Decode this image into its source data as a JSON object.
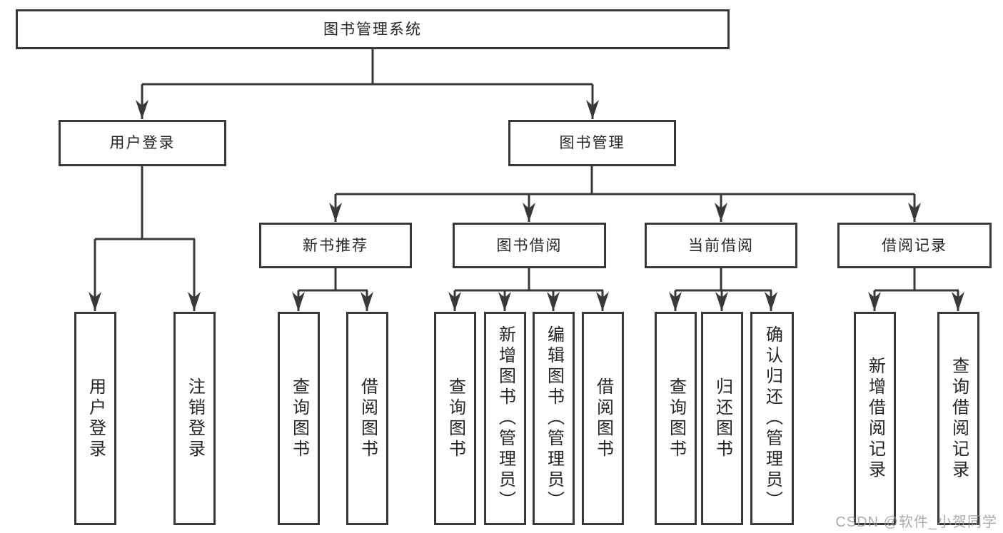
{
  "title": "图书管理系统",
  "watermark": "CSDN @软件_小贺同学",
  "colors": {
    "line": "#383838",
    "node_border": "#383838",
    "text": "#262626",
    "background": "#ffffff",
    "watermark": "#9e9e9e"
  },
  "tree": {
    "root": {
      "label": "图书管理系统",
      "children": [
        {
          "label": "用户登录",
          "children": [
            {
              "label": "用户登录"
            },
            {
              "label": "注销登录"
            }
          ]
        },
        {
          "label": "图书管理",
          "children": [
            {
              "label": "新书推荐",
              "children": [
                {
                  "label": "查询图书"
                },
                {
                  "label": "借阅图书"
                }
              ]
            },
            {
              "label": "图书借阅",
              "children": [
                {
                  "label": "查询图书"
                },
                {
                  "label": "新增图书（管理员）"
                },
                {
                  "label": "编辑图书（管理员）"
                },
                {
                  "label": "借阅图书"
                }
              ]
            },
            {
              "label": "当前借阅",
              "children": [
                {
                  "label": "查询图书"
                },
                {
                  "label": "归还图书"
                },
                {
                  "label": "确认归还（管理员）"
                }
              ]
            },
            {
              "label": "借阅记录",
              "children": [
                {
                  "label": "新增借阅记录"
                },
                {
                  "label": "查询借阅记录"
                }
              ]
            }
          ]
        }
      ]
    }
  }
}
